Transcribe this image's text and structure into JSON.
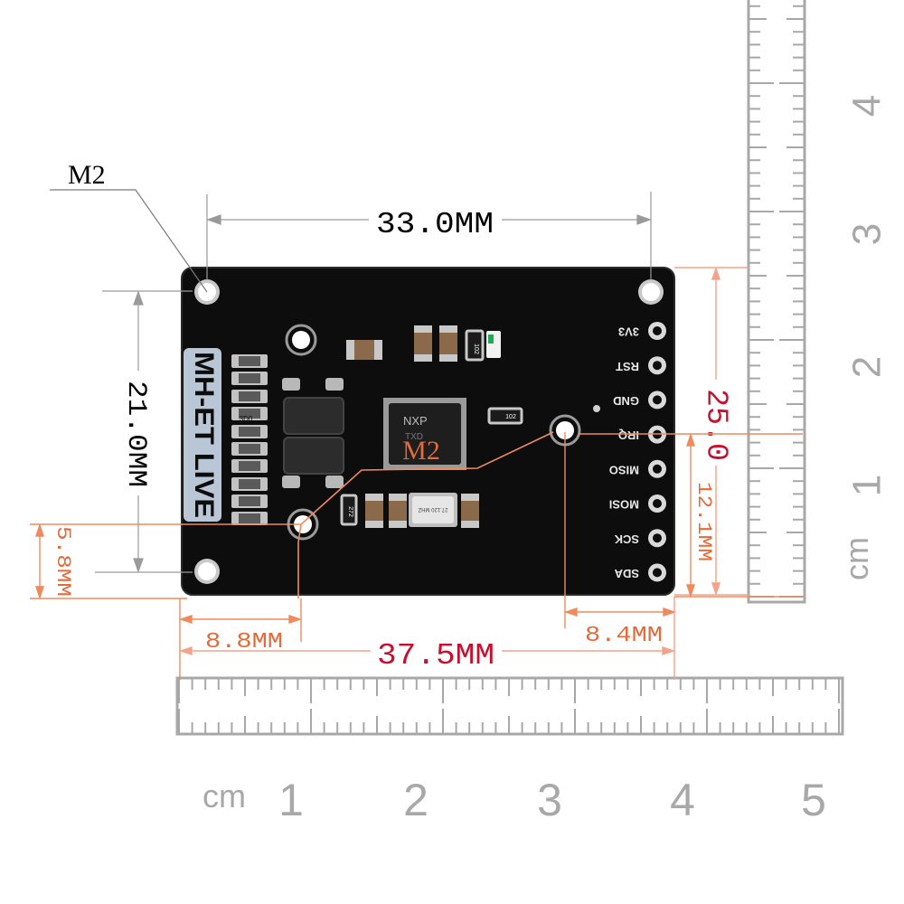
{
  "labels": {
    "mount_hole": "M2",
    "chip_hole": "M2",
    "hole_spacing_top": "33.0MM",
    "hole_spacing_left": "21.0MM",
    "board_width": "37.5MM",
    "board_height": "25.0",
    "hole_offset_left": "8.8MM",
    "hole_offset_right": "8.4MM",
    "hole_offset_bottom": "5.8MM",
    "hole_offset_right_vert": "12.1MM"
  },
  "board": {
    "brand": "MH-ET LIVE",
    "chip_brand": "NXP",
    "chip_code": "TXD",
    "crystal": "27.120 MHZ",
    "pins": [
      "3V3",
      "RST",
      "GND",
      "IRQ",
      "MISO",
      "MOSI",
      "SCK",
      "SDA"
    ],
    "silk_inductor": "3D0",
    "silk_res_a": "102",
    "silk_res_b": "272"
  },
  "ruler_right": {
    "unit": "cm",
    "numbers": [
      "1",
      "2",
      "3",
      "4"
    ]
  },
  "ruler_bottom": {
    "unit": "cm",
    "numbers": [
      "1",
      "2",
      "3",
      "4",
      "5"
    ]
  },
  "colors": {
    "board": "#0d0d0d",
    "dimension_black": "#000000",
    "dimension_red": "#c8102e",
    "dimension_orange": "#f08a5d",
    "dimension_salmon": "#f4a38a",
    "ruler_ink": "#a8a8a8"
  }
}
